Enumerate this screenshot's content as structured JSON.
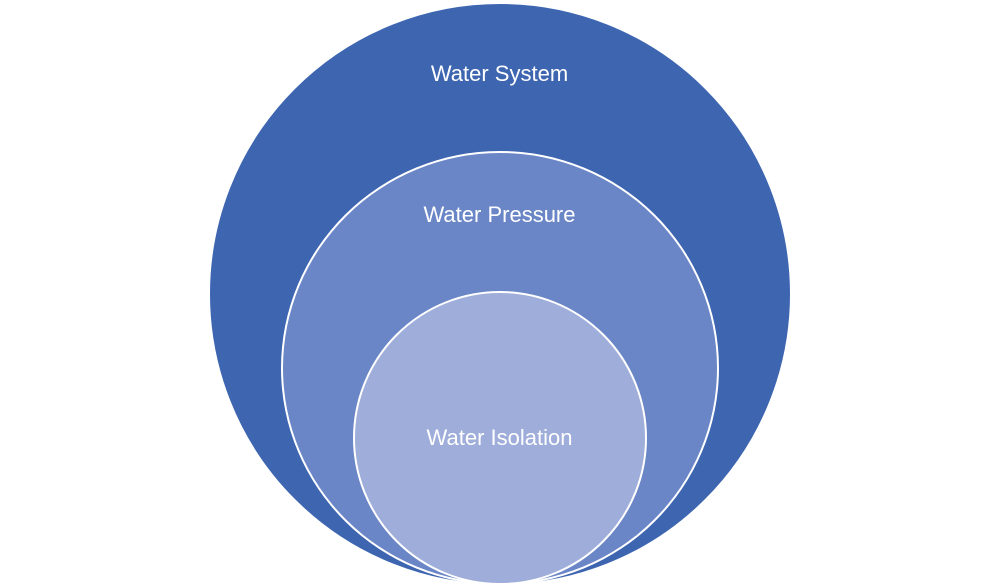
{
  "diagram": {
    "type": "nested-circles",
    "colors": {
      "outer": "#3d65b0",
      "middle": "#6a86c6",
      "inner": "#9eadd9",
      "border": "#ffffff",
      "text": "#ffffff"
    },
    "circles": [
      {
        "label": "Water System"
      },
      {
        "label": "Water Pressure"
      },
      {
        "label": "Water Isolation"
      }
    ]
  }
}
